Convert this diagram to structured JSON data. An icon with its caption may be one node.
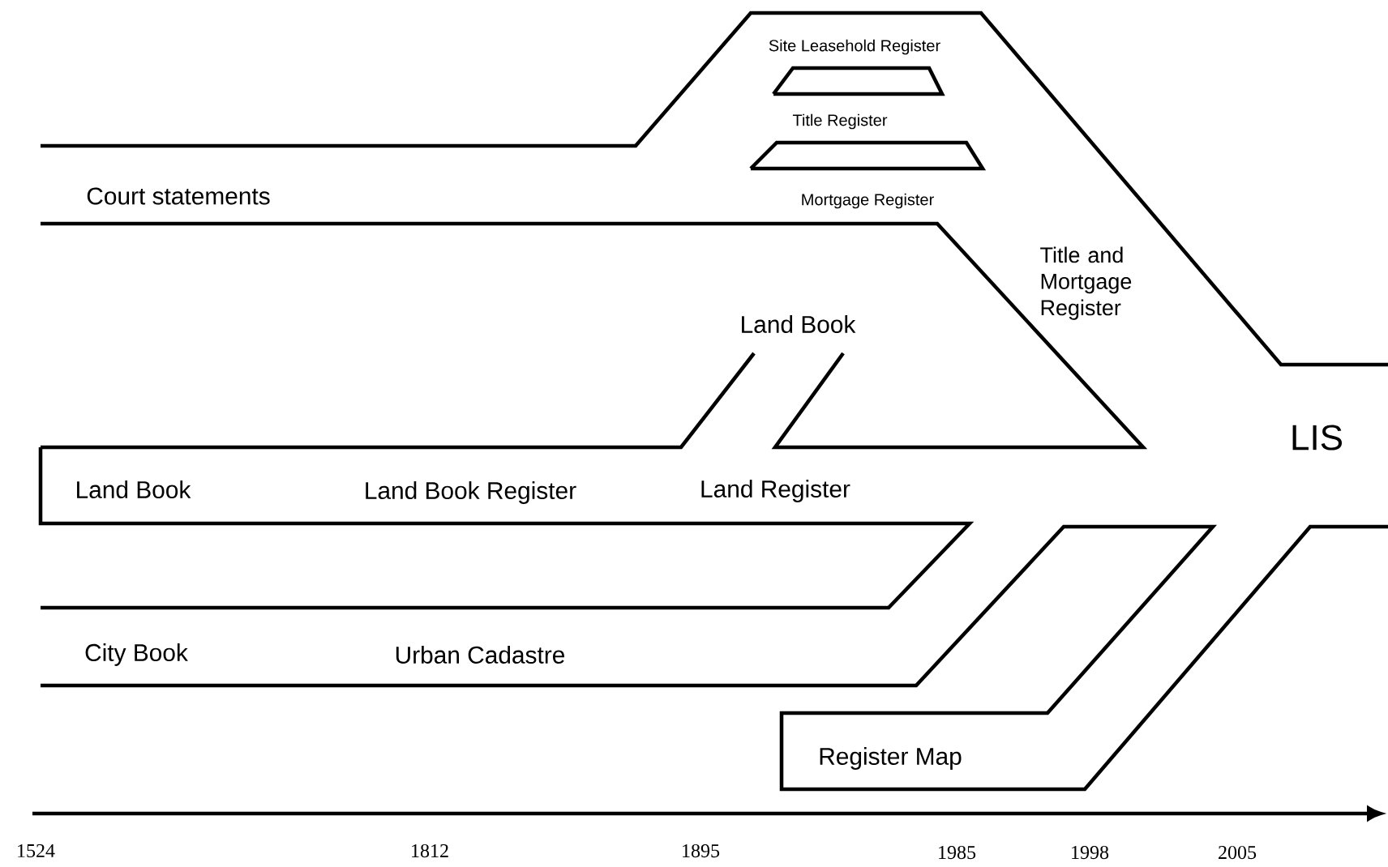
{
  "diagram": {
    "labels": [
      "Site Leasehold Register",
      "Title Register",
      "Court statements",
      "Mortgage Register",
      "Title and Mortgage Register",
      "Land Book",
      "LIS",
      "Land Book",
      "Land Book Register",
      "Land Register",
      "City Book",
      "Urban Cadastre",
      "Register Map",
      "1524",
      "1812",
      "1895",
      "1985",
      "1998",
      "2005"
    ]
  }
}
